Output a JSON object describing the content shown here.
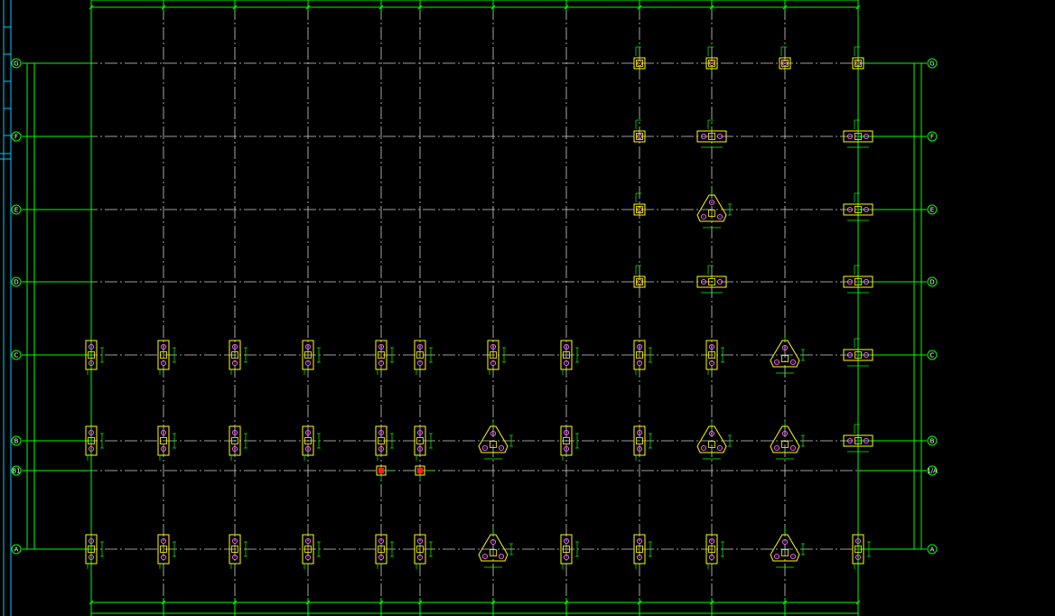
{
  "drawing": {
    "background": "#000000",
    "colors": {
      "grid_line": "#cfcfcf",
      "dimension_line": "#00ff00",
      "bubble": "#00ff00",
      "cap_outline": "#ffff00",
      "pile": "#ff66ff",
      "text": "#ffffff",
      "sidebar": "#00ccff",
      "red_pile": "#ff2020"
    },
    "row_labels_left": [
      "G",
      "F",
      "E",
      "D",
      "C",
      "B",
      "B1",
      "A"
    ],
    "row_labels_right": [
      "G",
      "F",
      "E",
      "D",
      "C",
      "B",
      "1/A",
      "A"
    ],
    "foundation_types": [
      "single-cap",
      "two-pile-cap",
      "three-pile-cap",
      "small-cap"
    ]
  }
}
